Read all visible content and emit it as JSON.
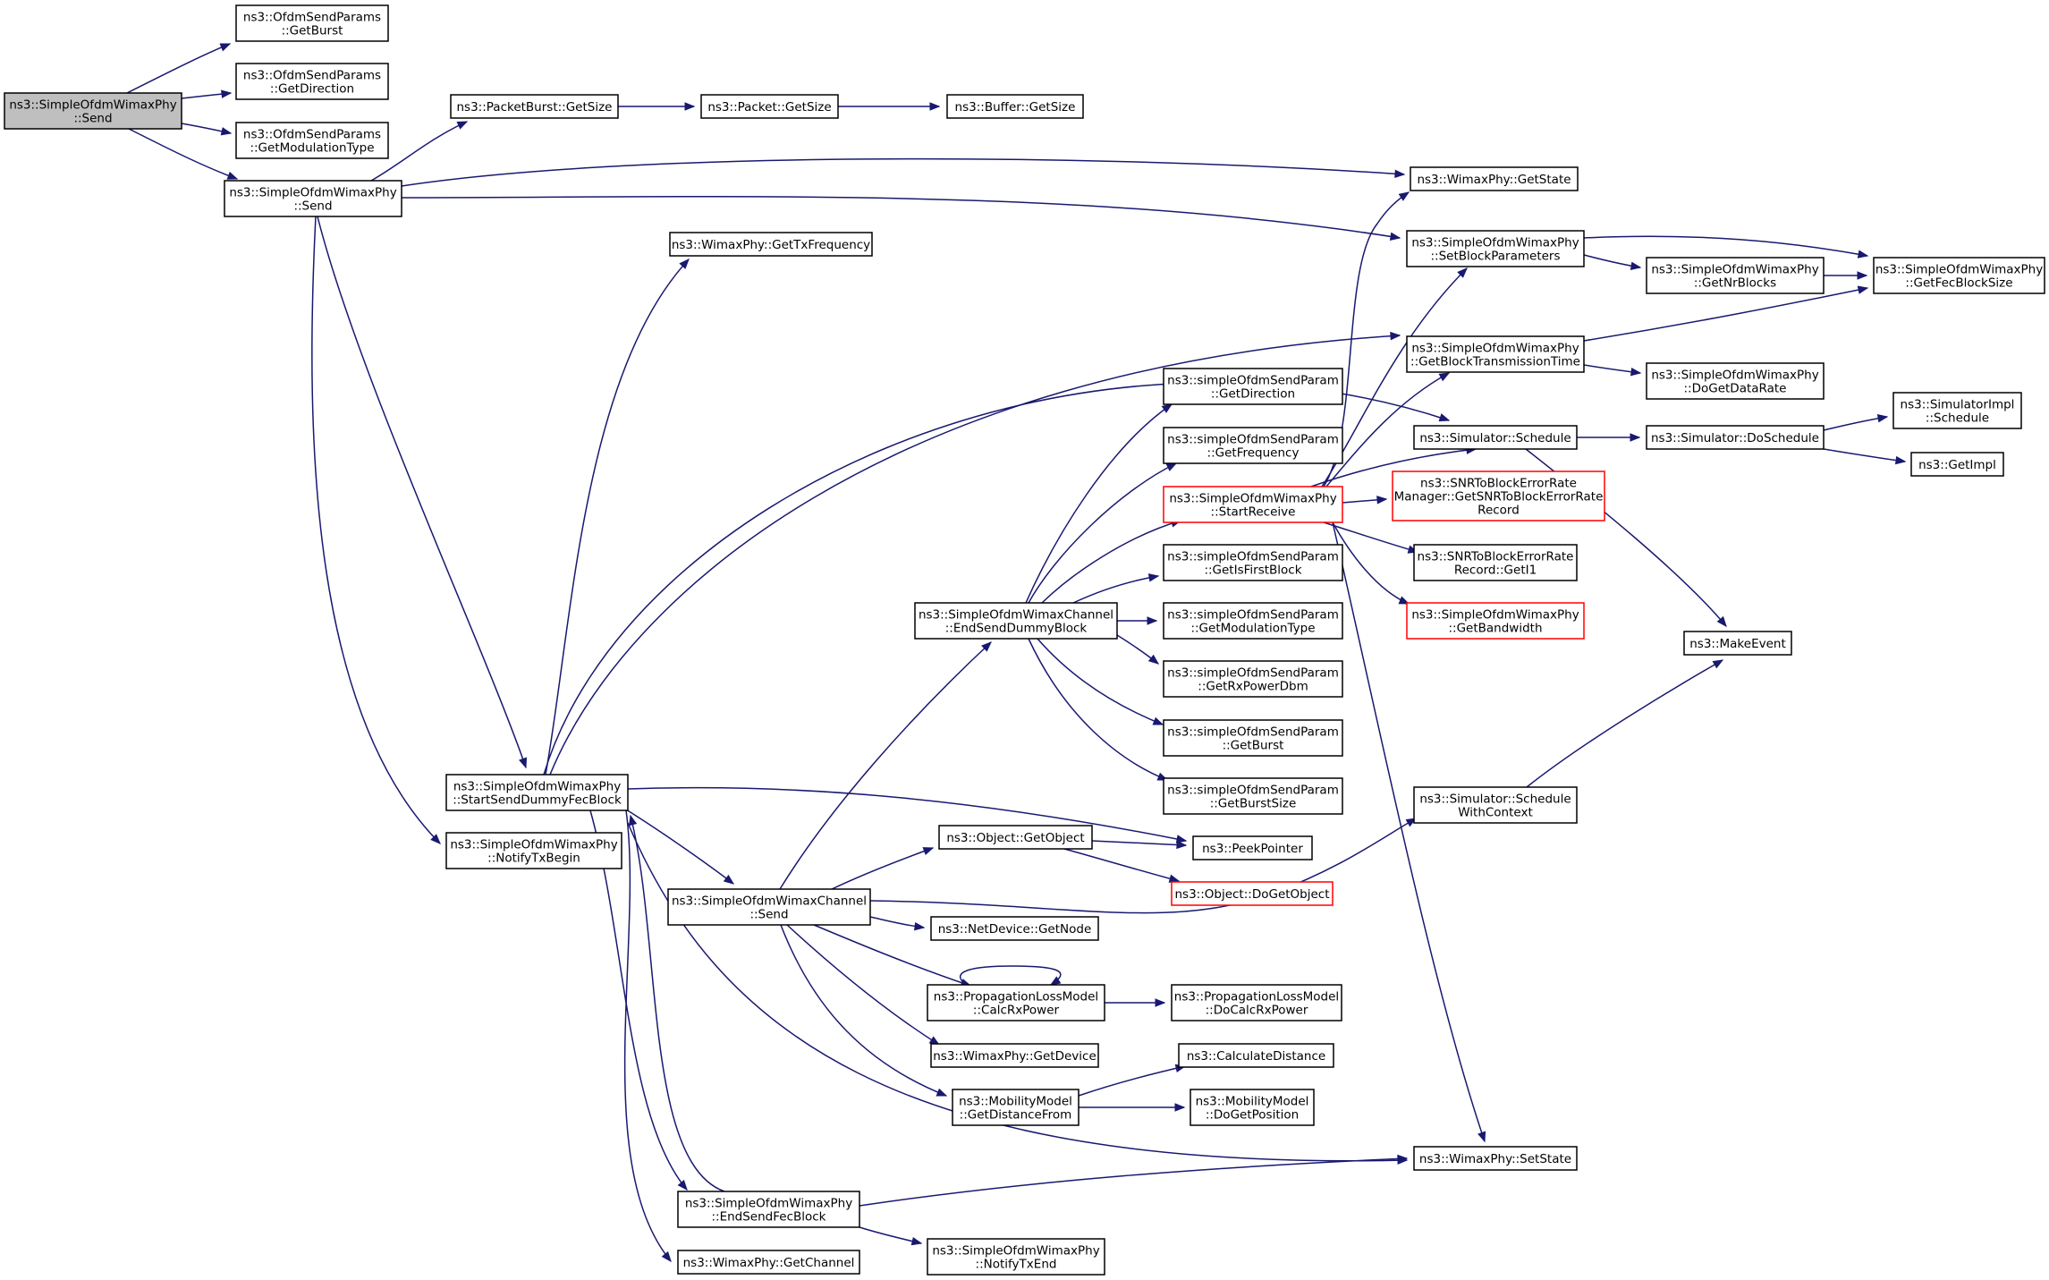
{
  "nodes": {
    "root_send": {
      "lines": [
        "ns3::SimpleOfdmWimaxPhy",
        "::Send"
      ]
    },
    "ofdm_getburst": {
      "lines": [
        "ns3::OfdmSendParams",
        "::GetBurst"
      ]
    },
    "ofdm_getdirection": {
      "lines": [
        "ns3::OfdmSendParams",
        "::GetDirection"
      ]
    },
    "ofdm_getmodulation": {
      "lines": [
        "ns3::OfdmSendParams",
        "::GetModulationType"
      ]
    },
    "phy_send": {
      "lines": [
        "ns3::SimpleOfdmWimaxPhy",
        "::Send"
      ]
    },
    "pb_getsize": {
      "lines": [
        "ns3::PacketBurst::GetSize"
      ]
    },
    "pkt_getsize": {
      "lines": [
        "ns3::Packet::GetSize"
      ]
    },
    "buf_getsize": {
      "lines": [
        "ns3::Buffer::GetSize"
      ]
    },
    "getstate": {
      "lines": [
        "ns3::WimaxPhy::GetState"
      ]
    },
    "gettxfreq": {
      "lines": [
        "ns3::WimaxPhy::GetTxFrequency"
      ]
    },
    "setblockparams": {
      "lines": [
        "ns3::SimpleOfdmWimaxPhy",
        "::SetBlockParameters"
      ]
    },
    "getnrblocks": {
      "lines": [
        "ns3::SimpleOfdmWimaxPhy",
        "::GetNrBlocks"
      ]
    },
    "getfecblocksize": {
      "lines": [
        "ns3::SimpleOfdmWimaxPhy",
        "::GetFecBlockSize"
      ]
    },
    "getblocktxtime": {
      "lines": [
        "ns3::SimpleOfdmWimaxPhy",
        "::GetBlockTransmissionTime"
      ]
    },
    "dogetdatarate": {
      "lines": [
        "ns3::SimpleOfdmWimaxPhy",
        "::DoGetDataRate"
      ]
    },
    "sim_schedule": {
      "lines": [
        "ns3::Simulator::Schedule"
      ]
    },
    "sim_doschedule": {
      "lines": [
        "ns3::Simulator::DoSchedule"
      ]
    },
    "simimpl_schedule": {
      "lines": [
        "ns3::SimulatorImpl",
        "::Schedule"
      ]
    },
    "getimpl": {
      "lines": [
        "ns3::GetImpl"
      ]
    },
    "sp_getdirection": {
      "lines": [
        "ns3::simpleOfdmSendParam",
        "::GetDirection"
      ]
    },
    "sp_getfrequency": {
      "lines": [
        "ns3::simpleOfdmSendParam",
        "::GetFrequency"
      ]
    },
    "startreceive": {
      "lines": [
        "ns3::SimpleOfdmWimaxPhy",
        "::StartReceive"
      ]
    },
    "snr_getrecord": {
      "lines": [
        "ns3::SNRToBlockErrorRate",
        "Manager::GetSNRToBlockErrorRate",
        "Record"
      ]
    },
    "snr_geti1": {
      "lines": [
        "ns3::SNRToBlockErrorRate",
        "Record::GetI1"
      ]
    },
    "getbandwidth": {
      "lines": [
        "ns3::SimpleOfdmWimaxPhy",
        "::GetBandwidth"
      ]
    },
    "makeevent": {
      "lines": [
        "ns3::MakeEvent"
      ]
    },
    "sp_getisfirst": {
      "lines": [
        "ns3::simpleOfdmSendParam",
        "::GetIsFirstBlock"
      ]
    },
    "chan_endsenddummy": {
      "lines": [
        "ns3::SimpleOfdmWimaxChannel",
        "::EndSendDummyBlock"
      ]
    },
    "sp_getmodulation": {
      "lines": [
        "ns3::simpleOfdmSendParam",
        "::GetModulationType"
      ]
    },
    "sp_getrxpower": {
      "lines": [
        "ns3::simpleOfdmSendParam",
        "::GetRxPowerDbm"
      ]
    },
    "sp_getburst": {
      "lines": [
        "ns3::simpleOfdmSendParam",
        "::GetBurst"
      ]
    },
    "sp_getburstsize": {
      "lines": [
        "ns3::simpleOfdmSendParam",
        "::GetBurstSize"
      ]
    },
    "startsenddummy": {
      "lines": [
        "ns3::SimpleOfdmWimaxPhy",
        "::StartSendDummyFecBlock"
      ]
    },
    "notifytxbegin": {
      "lines": [
        "ns3::SimpleOfdmWimaxPhy",
        "::NotifyTxBegin"
      ]
    },
    "sim_schedwctx": {
      "lines": [
        "ns3::Simulator::Schedule",
        "WithContext"
      ]
    },
    "obj_getobject": {
      "lines": [
        "ns3::Object::GetObject"
      ]
    },
    "peekpointer": {
      "lines": [
        "ns3::PeekPointer"
      ]
    },
    "dogetobject": {
      "lines": [
        "ns3::Object::DoGetObject"
      ]
    },
    "chan_send": {
      "lines": [
        "ns3::SimpleOfdmWimaxChannel",
        "::Send"
      ]
    },
    "getnode": {
      "lines": [
        "ns3::NetDevice::GetNode"
      ]
    },
    "calcrxpower": {
      "lines": [
        "ns3::PropagationLossModel",
        "::CalcRxPower"
      ]
    },
    "docalcrxpower": {
      "lines": [
        "ns3::PropagationLossModel",
        "::DoCalcRxPower"
      ]
    },
    "getdevice": {
      "lines": [
        "ns3::WimaxPhy::GetDevice"
      ]
    },
    "calcdistance": {
      "lines": [
        "ns3::CalculateDistance"
      ]
    },
    "getdistancefrom": {
      "lines": [
        "ns3::MobilityModel",
        "::GetDistanceFrom"
      ]
    },
    "dogetposition": {
      "lines": [
        "ns3::MobilityModel",
        "::DoGetPosition"
      ]
    },
    "setstate": {
      "lines": [
        "ns3::WimaxPhy::SetState"
      ]
    },
    "endsendfec": {
      "lines": [
        "ns3::SimpleOfdmWimaxPhy",
        "::EndSendFecBlock"
      ]
    },
    "notifytxend": {
      "lines": [
        "ns3::SimpleOfdmWimaxPhy",
        "::NotifyTxEnd"
      ]
    },
    "getchannel": {
      "lines": [
        "ns3::WimaxPhy::GetChannel"
      ]
    }
  },
  "edges": [
    [
      "root_send",
      "ofdm_getburst"
    ],
    [
      "root_send",
      "ofdm_getdirection"
    ],
    [
      "root_send",
      "ofdm_getmodulation"
    ],
    [
      "root_send",
      "phy_send"
    ],
    [
      "phy_send",
      "pb_getsize"
    ],
    [
      "pb_getsize",
      "pkt_getsize"
    ],
    [
      "pkt_getsize",
      "buf_getsize"
    ],
    [
      "phy_send",
      "getstate"
    ],
    [
      "phy_send",
      "setblockparams"
    ],
    [
      "phy_send",
      "startsenddummy"
    ],
    [
      "phy_send",
      "notifytxbegin"
    ],
    [
      "setblockparams",
      "getnrblocks"
    ],
    [
      "setblockparams",
      "getfecblocksize"
    ],
    [
      "getnrblocks",
      "getfecblocksize"
    ],
    [
      "getblocktxtime",
      "getfecblocksize"
    ],
    [
      "getblocktxtime",
      "dogetdatarate"
    ],
    [
      "sim_schedule",
      "sim_doschedule"
    ],
    [
      "sim_doschedule",
      "simimpl_schedule"
    ],
    [
      "sim_doschedule",
      "getimpl"
    ],
    [
      "sim_schedule",
      "makeevent"
    ],
    [
      "sim_schedwctx",
      "makeevent"
    ],
    [
      "startsenddummy",
      "gettxfreq"
    ],
    [
      "startsenddummy",
      "getblocktxtime"
    ],
    [
      "startsenddummy",
      "sim_schedule"
    ],
    [
      "startsenddummy",
      "chan_send"
    ],
    [
      "startsenddummy",
      "peekpointer"
    ],
    [
      "startsenddummy",
      "setstate"
    ],
    [
      "startsenddummy",
      "endsendfec"
    ],
    [
      "startsenddummy",
      "getchannel"
    ],
    [
      "endsendfec",
      "startsenddummy"
    ],
    [
      "endsendfec",
      "setstate"
    ],
    [
      "endsendfec",
      "notifytxend"
    ],
    [
      "chan_send",
      "chan_endsenddummy"
    ],
    [
      "chan_send",
      "obj_getobject"
    ],
    [
      "chan_send",
      "getnode"
    ],
    [
      "chan_send",
      "calcrxpower"
    ],
    [
      "chan_send",
      "getdevice"
    ],
    [
      "chan_send",
      "getdistancefrom"
    ],
    [
      "chan_send",
      "sim_schedwctx"
    ],
    [
      "obj_getobject",
      "peekpointer"
    ],
    [
      "obj_getobject",
      "dogetobject"
    ],
    [
      "calcrxpower",
      "calcrxpower"
    ],
    [
      "calcrxpower",
      "docalcrxpower"
    ],
    [
      "getdistancefrom",
      "calcdistance"
    ],
    [
      "getdistancefrom",
      "dogetposition"
    ],
    [
      "chan_endsenddummy",
      "sp_getdirection"
    ],
    [
      "chan_endsenddummy",
      "sp_getfrequency"
    ],
    [
      "chan_endsenddummy",
      "startreceive"
    ],
    [
      "chan_endsenddummy",
      "sp_getisfirst"
    ],
    [
      "chan_endsenddummy",
      "sp_getmodulation"
    ],
    [
      "chan_endsenddummy",
      "sp_getrxpower"
    ],
    [
      "chan_endsenddummy",
      "sp_getburst"
    ],
    [
      "chan_endsenddummy",
      "sp_getburstsize"
    ],
    [
      "startreceive",
      "getstate"
    ],
    [
      "startreceive",
      "setblockparams"
    ],
    [
      "startreceive",
      "getblocktxtime"
    ],
    [
      "startreceive",
      "sim_schedule"
    ],
    [
      "startreceive",
      "snr_getrecord"
    ],
    [
      "startreceive",
      "snr_geti1"
    ],
    [
      "startreceive",
      "getbandwidth"
    ],
    [
      "startreceive",
      "setstate"
    ]
  ]
}
